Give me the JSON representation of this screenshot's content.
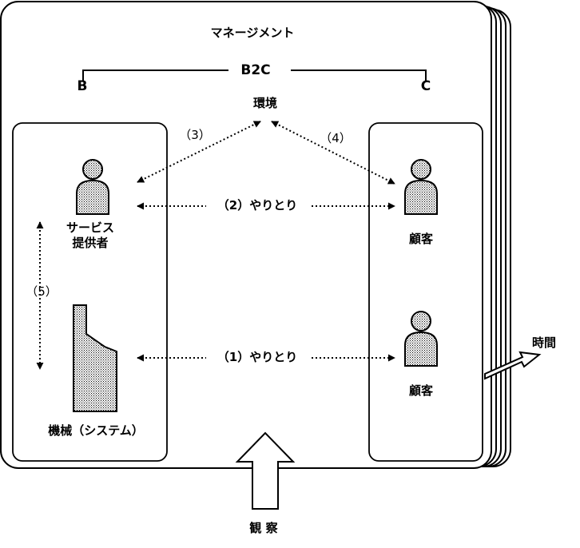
{
  "title": "マネージメント",
  "b2c": {
    "center": "B2C",
    "left": "B",
    "right": "C"
  },
  "environment": "環境",
  "provider_label": [
    "サービス",
    "提供者"
  ],
  "customer_label": "顧客",
  "machine_label": "機械（システム）",
  "interactions": {
    "i1": "（1）やりとり",
    "i2": "（2）やりとり",
    "i3": "（3）",
    "i4": "（4）",
    "i5": "（5）"
  },
  "time_label": "時間",
  "observation_label": "観 察"
}
